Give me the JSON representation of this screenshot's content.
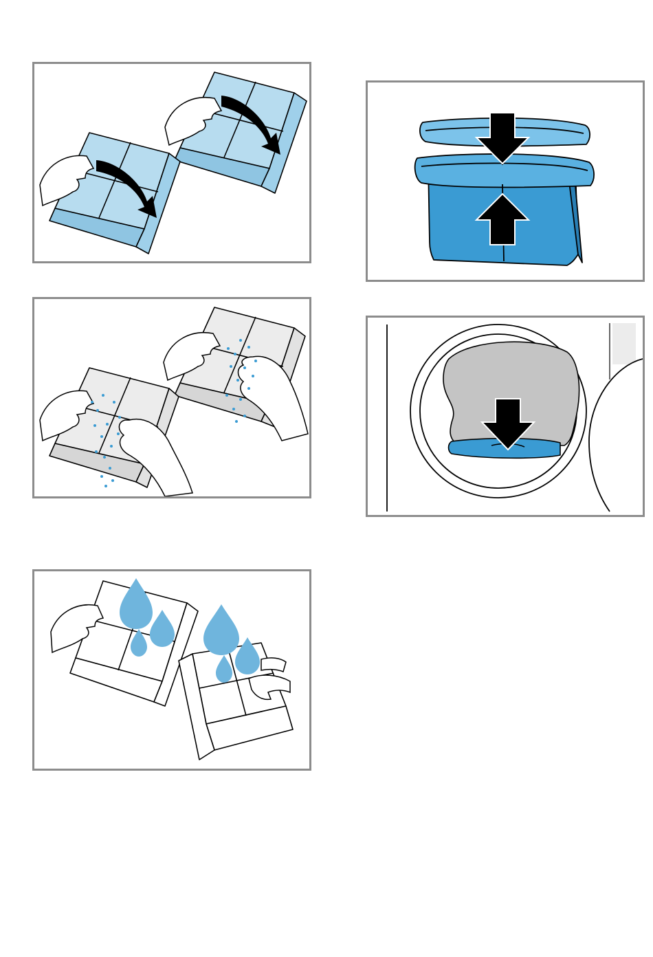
{
  "page": {
    "background": "#ffffff",
    "frame_color": "#8c8c8c"
  },
  "colors": {
    "filter_light_blue": "#b7dcef",
    "filter_blue": "#3a9bd3",
    "water_blue": "#6fb5dd",
    "lint_gray": "#bfbfbf",
    "outline": "#000000"
  },
  "figures": [
    {
      "id": "open-fluff-filter",
      "icons": [
        "hand-icon",
        "filter-icon",
        "curved-arrow-icon"
      ]
    },
    {
      "id": "remove-fluff-by-hand",
      "icons": [
        "hand-icon",
        "filter-icon",
        "lint-particles-icon"
      ]
    },
    {
      "id": "rinse-filter-water",
      "icons": [
        "hand-icon",
        "filter-icon",
        "water-drop-icon"
      ]
    },
    {
      "id": "close-fluff-filter",
      "icons": [
        "filter-icon",
        "arrow-down-icon",
        "arrow-up-icon"
      ]
    },
    {
      "id": "insert-filter-into-door",
      "icons": [
        "door-icon",
        "filter-icon",
        "arrow-down-icon"
      ]
    }
  ]
}
